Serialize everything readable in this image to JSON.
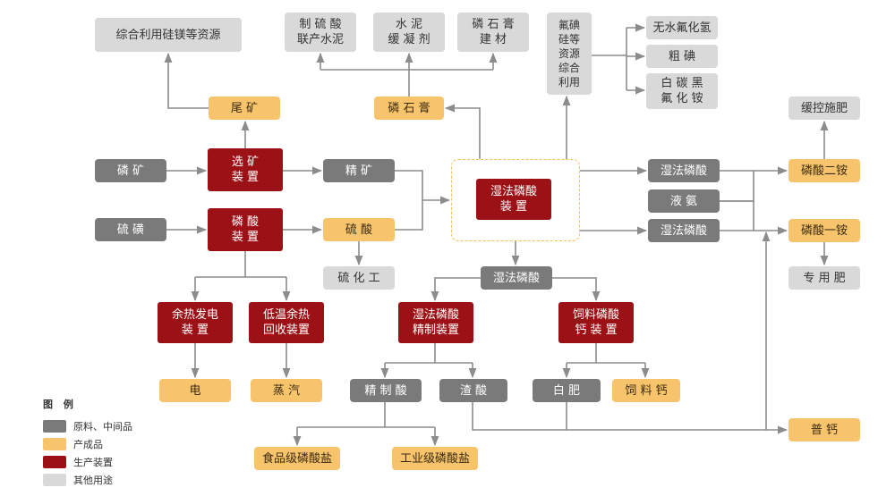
{
  "colors": {
    "raw": "#7a7a7a",
    "product": "#f7c46c",
    "plant": "#9b1116",
    "other": "#d9d9d9",
    "edge": "#8c8c8c",
    "dash_border": "#f2c15a"
  },
  "nodes": {
    "zonghe_guimei": "综合利用硅镁等资源",
    "weikuang": "尾 矿",
    "linkuang": "磷 矿",
    "xuankuang": "选     矿\n装     置",
    "jingkuang": "精     矿",
    "liuhuang": "硫 磺",
    "linsuan_zz": "磷     酸\n装     置",
    "liusuan": "硫     酸",
    "liuhuagong": "硫 化 工",
    "yure_fadian": "余热发电\n装     置",
    "diwen_yure": "低温余热\n回收装置",
    "dian": "电",
    "zhengqi": "蒸     汽",
    "zhi_liusuan": "制 硫 酸\n联产水泥",
    "shuini": "水     泥\n缓 凝 剂",
    "shigao_jiancai": "磷 石 膏\n建     材",
    "linshigao": "磷 石 膏",
    "fudian": "氟碘\n硅等\n资源\n综合\n利用",
    "wushui_fhq": "无水氟化氢",
    "cudian": "粗     碘",
    "baitanhei": "白 碳 黑\n氟 化 铵",
    "shifa_zz": "湿法磷酸\n装     置",
    "shifa_mid": "湿法磷酸",
    "shifa_jingzhi": "湿法磷酸\n精制装置",
    "siliao_zz": "饲料磷酸\n钙 装 置",
    "jingzhisuan": "精 制 酸",
    "zhasuan": "渣     酸",
    "baifei": "白     肥",
    "siliaogai": "饲 料 钙",
    "shipinji": "食品级磷酸盐",
    "gongyeji": "工业级磷酸盐",
    "shifa_r1": "湿法磷酸",
    "yean": "液     氨",
    "shifa_r2": "湿法磷酸",
    "liner": "磷酸二铵",
    "linyi": "磷酸一铵",
    "huankong": "缓控施肥",
    "zhuanyong": "专 用 肥",
    "pugai": "普     钙"
  },
  "legend": {
    "title": "图 例",
    "items": [
      {
        "label": "原料、中间品",
        "color": "#7a7a7a"
      },
      {
        "label": "产成品",
        "color": "#f7c46c"
      },
      {
        "label": "生产装置",
        "color": "#9b1116"
      },
      {
        "label": "其他用途",
        "color": "#d9d9d9"
      }
    ]
  }
}
